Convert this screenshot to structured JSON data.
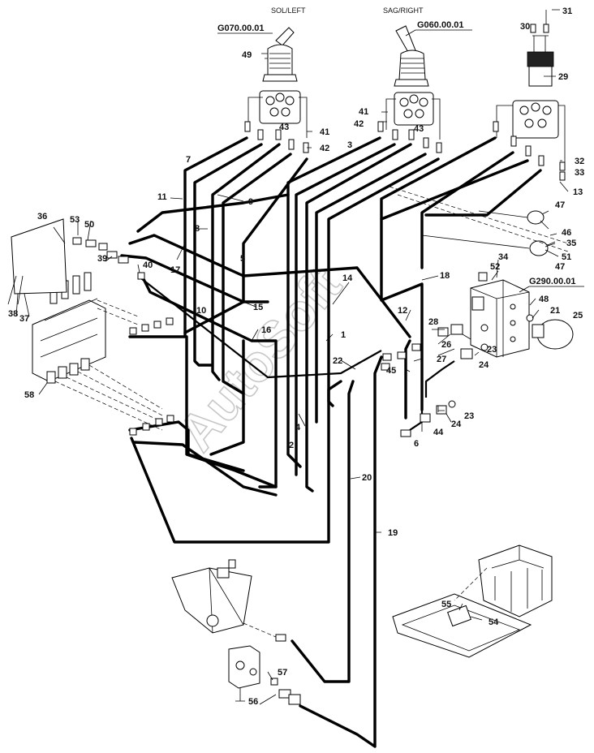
{
  "headers": {
    "left": "SOL/LEFT",
    "right": "SAG/RIGHT"
  },
  "codes": {
    "left_joystick": "G070.00.01",
    "right_joystick": "G060.00.01",
    "valve_block": "G290.00.01"
  },
  "watermark": "AutoSoft",
  "callouts": {
    "n1": "1",
    "n2": "2",
    "n3": "3",
    "n4": "4",
    "n5": "5",
    "n6": "6",
    "n7": "7",
    "n8": "8",
    "n9": "9",
    "n10": "10",
    "n11": "11",
    "n12": "12",
    "n13": "13",
    "n14": "14",
    "n15": "15",
    "n16": "16",
    "n17": "17",
    "n18": "18",
    "n19": "19",
    "n20": "20",
    "n21": "21",
    "n22": "22",
    "n23a": "23",
    "n23b": "23",
    "n24a": "24",
    "n24b": "24",
    "n25": "25",
    "n26": "26",
    "n27": "27",
    "n28": "28",
    "n29": "29",
    "n30": "30",
    "n31": "31",
    "n32": "32",
    "n33": "33",
    "n34": "34",
    "n35": "35",
    "n36": "36",
    "n37": "37",
    "n38": "38",
    "n39": "39",
    "n40": "40",
    "n41a": "41",
    "n41b": "41",
    "n42a": "42",
    "n42b": "42",
    "n43a": "43",
    "n43b": "43",
    "n44": "44",
    "n45": "45",
    "n46": "46",
    "n47a": "47",
    "n47b": "47",
    "n48": "48",
    "n49": "49",
    "n50": "50",
    "n51": "51",
    "n52": "52",
    "n53": "53",
    "n54": "54",
    "n55": "55",
    "n56": "56",
    "n57": "57",
    "n58": "58"
  }
}
